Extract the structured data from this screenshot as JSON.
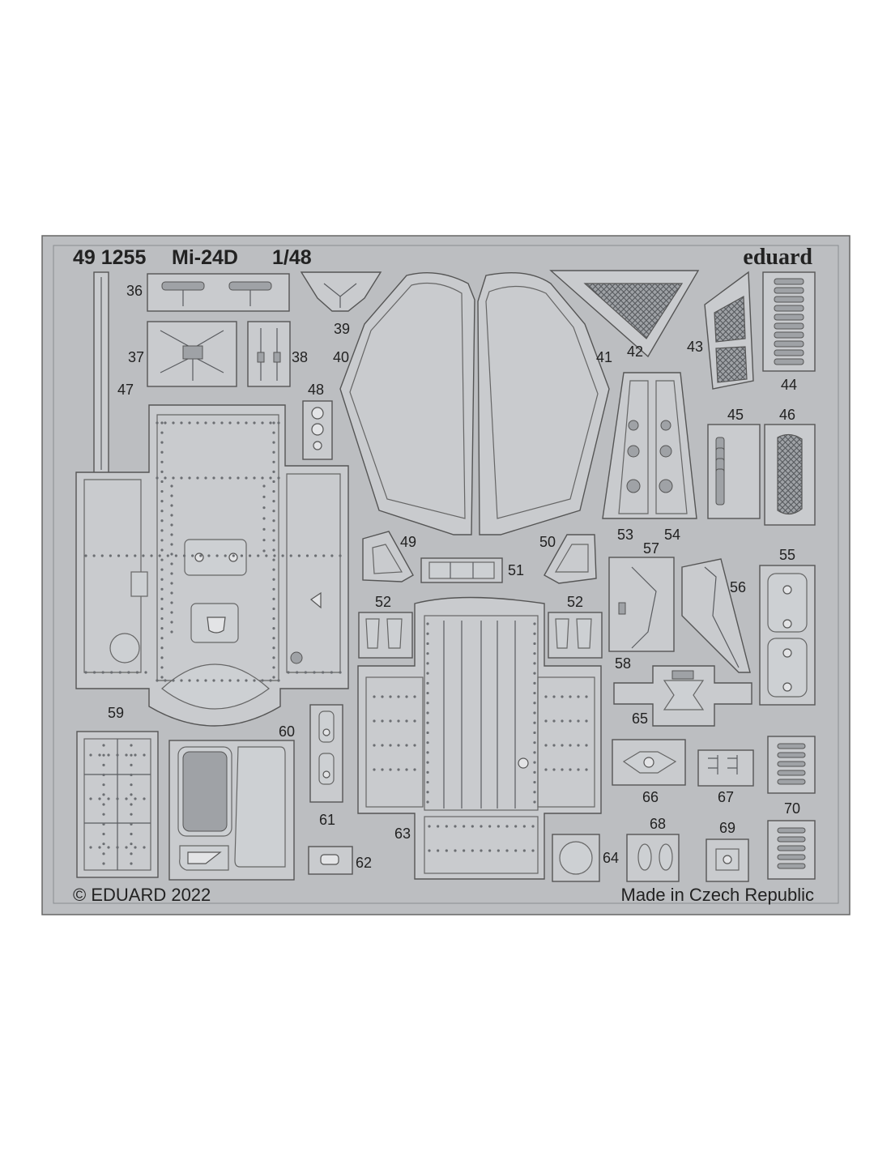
{
  "fret": {
    "header_code": "49 1255",
    "header_model": "Mi-24D",
    "header_scale": "1/48",
    "brand": "eduard",
    "copyright": "© EDUARD 2022",
    "made_in": "Made in Czech Republic"
  },
  "part_numbers": {
    "p36": "36",
    "p37": "37",
    "p38": "38",
    "p39": "39",
    "p40": "40",
    "p41": "41",
    "p42": "42",
    "p43": "43",
    "p44": "44",
    "p45": "45",
    "p46": "46",
    "p47": "47",
    "p48": "48",
    "p49": "49",
    "p50": "50",
    "p51": "51",
    "p52a": "52",
    "p52b": "52",
    "p53": "53",
    "p54": "54",
    "p55": "55",
    "p56": "56",
    "p57": "57",
    "p58": "58",
    "p59": "59",
    "p60": "60",
    "p61": "61",
    "p62": "62",
    "p63": "63",
    "p64": "64",
    "p65": "65",
    "p66": "66",
    "p67": "67",
    "p68": "68",
    "p69": "69",
    "p70": "70"
  },
  "colors": {
    "fret_background": "#bcbec1",
    "part_fill": "#c9cbce",
    "outline": "#555555",
    "rivet": "#6b6e72"
  }
}
